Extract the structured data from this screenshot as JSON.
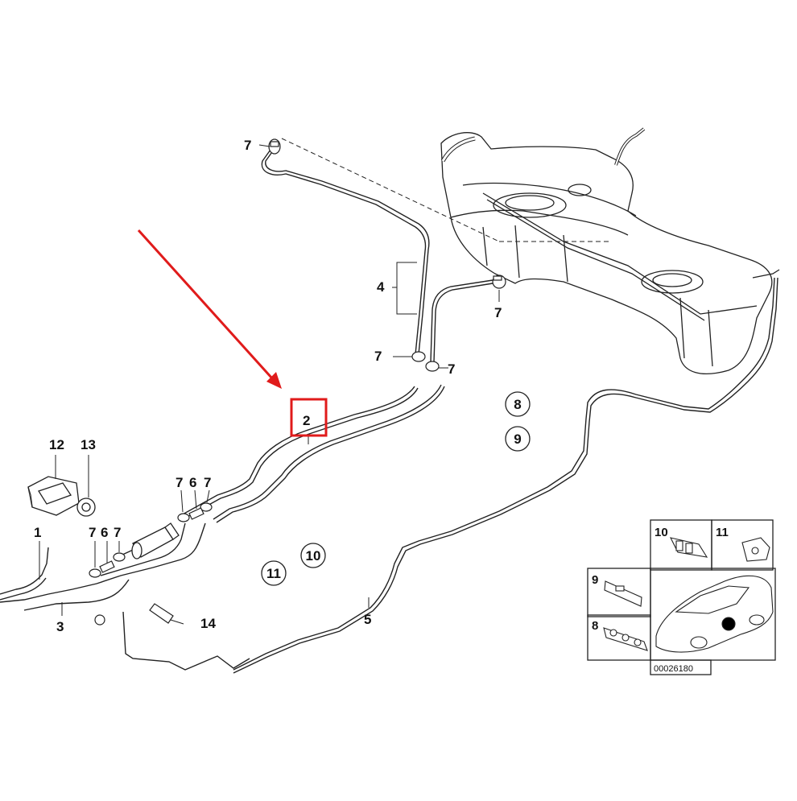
{
  "callouts": {
    "n1": "1",
    "n2": "2",
    "n3": "3",
    "n4": "4",
    "n5": "5",
    "n6a": "6",
    "n6b": "6",
    "n7_top": "7",
    "n7_right": "7",
    "n7_mid_left": "7",
    "n7_mid_right": "7",
    "n7_a": "7",
    "n7_b": "7",
    "n7_c": "7",
    "n7_d": "7",
    "n8": "8",
    "n9": "9",
    "n10": "10",
    "n11": "11",
    "n12": "12",
    "n13": "13",
    "n14": "14"
  },
  "inset": {
    "n8": "8",
    "n9": "9",
    "n10": "10",
    "n11": "11",
    "diagram_code": "00026180"
  },
  "highlight": {
    "color": "#e01b1b",
    "target_label": "2"
  }
}
